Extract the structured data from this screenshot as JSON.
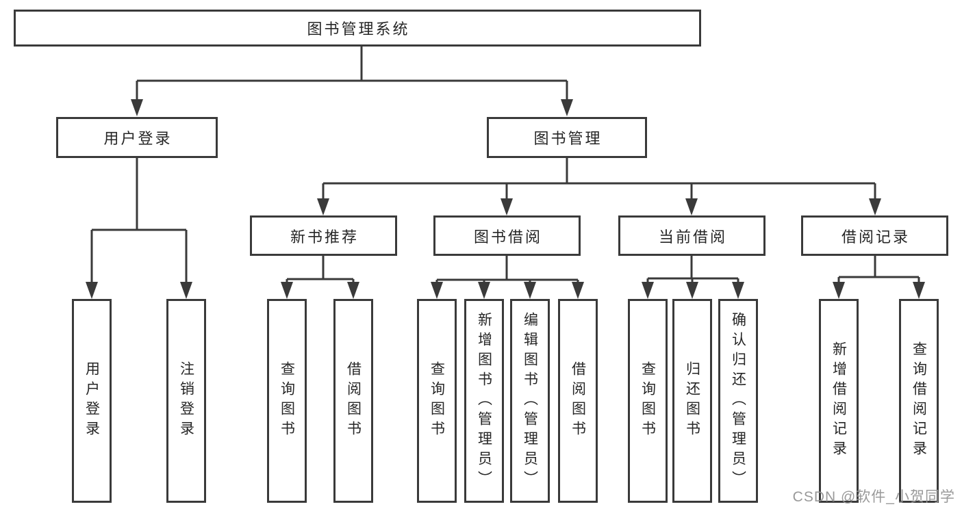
{
  "colors": {
    "line": "#3a3a3a",
    "box_border": "#3a3a3a",
    "text": "#262626",
    "watermark": "#949494",
    "background": "#ffffff"
  },
  "diagram": {
    "root": {
      "label": "图书管理系统"
    },
    "level2": [
      {
        "label": "用户登录",
        "children": [
          {
            "label": "用户登录"
          },
          {
            "label": "注销登录"
          }
        ]
      },
      {
        "label": "图书管理",
        "children": [
          {
            "label": "新书推荐",
            "children": [
              {
                "label": "查询图书"
              },
              {
                "label": "借阅图书"
              }
            ]
          },
          {
            "label": "图书借阅",
            "children": [
              {
                "label": "查询图书"
              },
              {
                "label": "新增图书（管理员）"
              },
              {
                "label": "编辑图书（管理员）"
              },
              {
                "label": "借阅图书"
              }
            ]
          },
          {
            "label": "当前借阅",
            "children": [
              {
                "label": "查询图书"
              },
              {
                "label": "归还图书"
              },
              {
                "label": "确认归还（管理员）"
              }
            ]
          },
          {
            "label": "借阅记录",
            "children": [
              {
                "label": "新增借阅记录"
              },
              {
                "label": "查询借阅记录"
              }
            ]
          }
        ]
      }
    ]
  },
  "watermark": {
    "text": "CSDN @软件_小贺同学"
  }
}
